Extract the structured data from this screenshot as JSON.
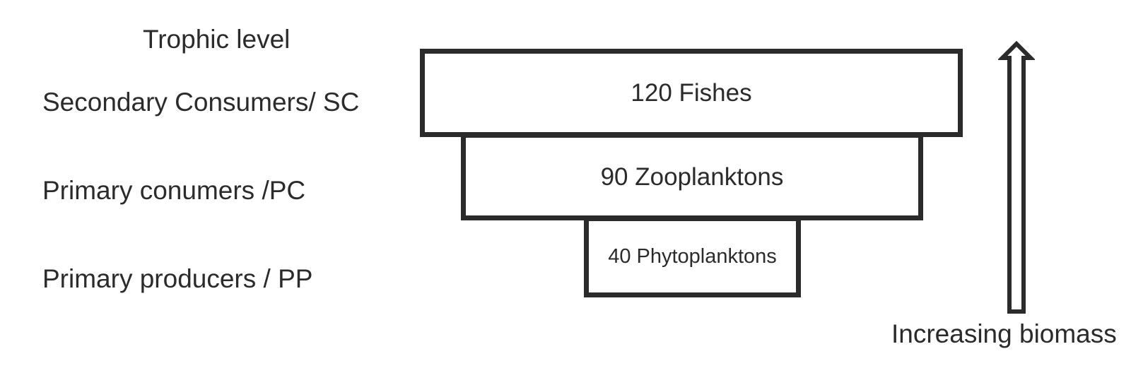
{
  "trophic_header": "Trophic level",
  "levels": [
    {
      "label": "Secondary Consumers/ SC",
      "tier_text": "120 Fishes"
    },
    {
      "label": "Primary conumers /PC",
      "tier_text": "90 Zooplanktons"
    },
    {
      "label": "Primary producers / PP",
      "tier_text": "40 Phytoplanktons"
    }
  ],
  "biomass_label": "Increasing biomass",
  "colors": {
    "stroke": "#2b2b2b",
    "background": "#ffffff"
  },
  "icons": {
    "biomass_arrow": "up-arrow-icon"
  }
}
